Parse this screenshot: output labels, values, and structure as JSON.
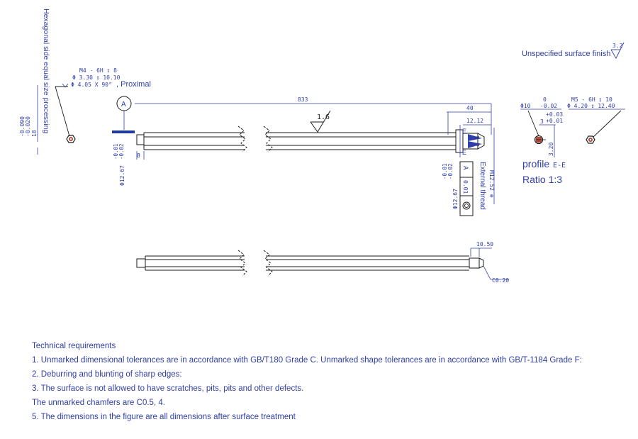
{
  "top_left": {
    "vertical_note": "Hexagonal side equal size processing",
    "hex_tol_value": "18",
    "hex_tol_upper": "-0.020",
    "hex_tol_lower": "-0.090",
    "thread_spec": "M4 - 6H ↧ 8",
    "drill_spec": "Φ 3.30 ↧ 10.10",
    "chamfer_spec": "Φ 4.05 X 90°",
    "proximal_label": ", Proximal"
  },
  "datum": {
    "letter": "A"
  },
  "rod": {
    "length_dim": "833",
    "end_length_dim": "40",
    "step_dim": "12.12",
    "roughness": "1.6",
    "section_letter": "E",
    "left_dim": "8",
    "left_dia_tol_upper": "-0.01",
    "left_dia_tol_lower": "-0.02",
    "left_dia": "Φ12.67",
    "right_dia": "Φ12.67",
    "right_dia_tol_upper": "-0.01",
    "right_dia_tol_lower": "-0.02",
    "gdt_symbol": "A",
    "gdt_value": "0.01",
    "thread_dim": "M12.52 ⊕",
    "external_thread_label": "External thread"
  },
  "top_right": {
    "surface_finish_label": "Unspecified surface finish",
    "surface_finish_value": "3.2",
    "dia_dim": "Φ10",
    "dia_tol_upper": "0",
    "dia_tol_lower": "-0.02",
    "thread_spec": "M5 - 6H ↧ 10",
    "drill_spec": "Φ 4.20 ↧ 12.40",
    "small_dim": "3",
    "small_tol_upper": "+0.03",
    "small_tol_lower": "+0.01",
    "depth_dim": "3.20",
    "profile_label": "profile",
    "profile_section": "E-E",
    "ratio_label": "Ratio 1:3"
  },
  "lower_rod": {
    "end_dim": "10.50",
    "chamfer_dim": "C0.20"
  },
  "technical_requirements": [
    "Technical requirements",
    "1. Unmarked dimensional tolerances are in accordance with GB/T180 Grade C. Unmarked shape tolerances are in accordance with GB/T-1184 Grade F:",
    "2. Deburring and blunting of sharp edges:",
    "3. The surface is not allowed to have scratches, pits, pits and other defects.",
    "The unmarked chamfers are C0.5, 4.",
    "5. The dimensions in the figure are all dimensions after surface treatment"
  ],
  "colors": {
    "line": "#1a1a1a",
    "dim": "#2f3ea8",
    "hex_fill": "#b04a3a"
  }
}
